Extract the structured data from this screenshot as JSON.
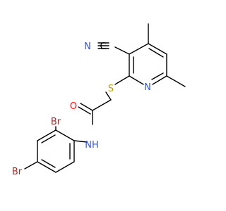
{
  "molecule": {
    "atoms": {
      "nitrile_n": "N",
      "nitrile_c": "C",
      "sulfur": "S",
      "pyridine_n": "N",
      "carbonyl_o": "O",
      "amide_nh": "NH",
      "bromo_ortho": "Br",
      "bromo_para": "Br"
    },
    "colors": {
      "bond": "#000000",
      "carbon": "#000000",
      "nitrogen": "#3050f8",
      "oxygen": "#ff0d0d",
      "sulfur": "#b8a000",
      "bromine": "#a62929"
    }
  }
}
